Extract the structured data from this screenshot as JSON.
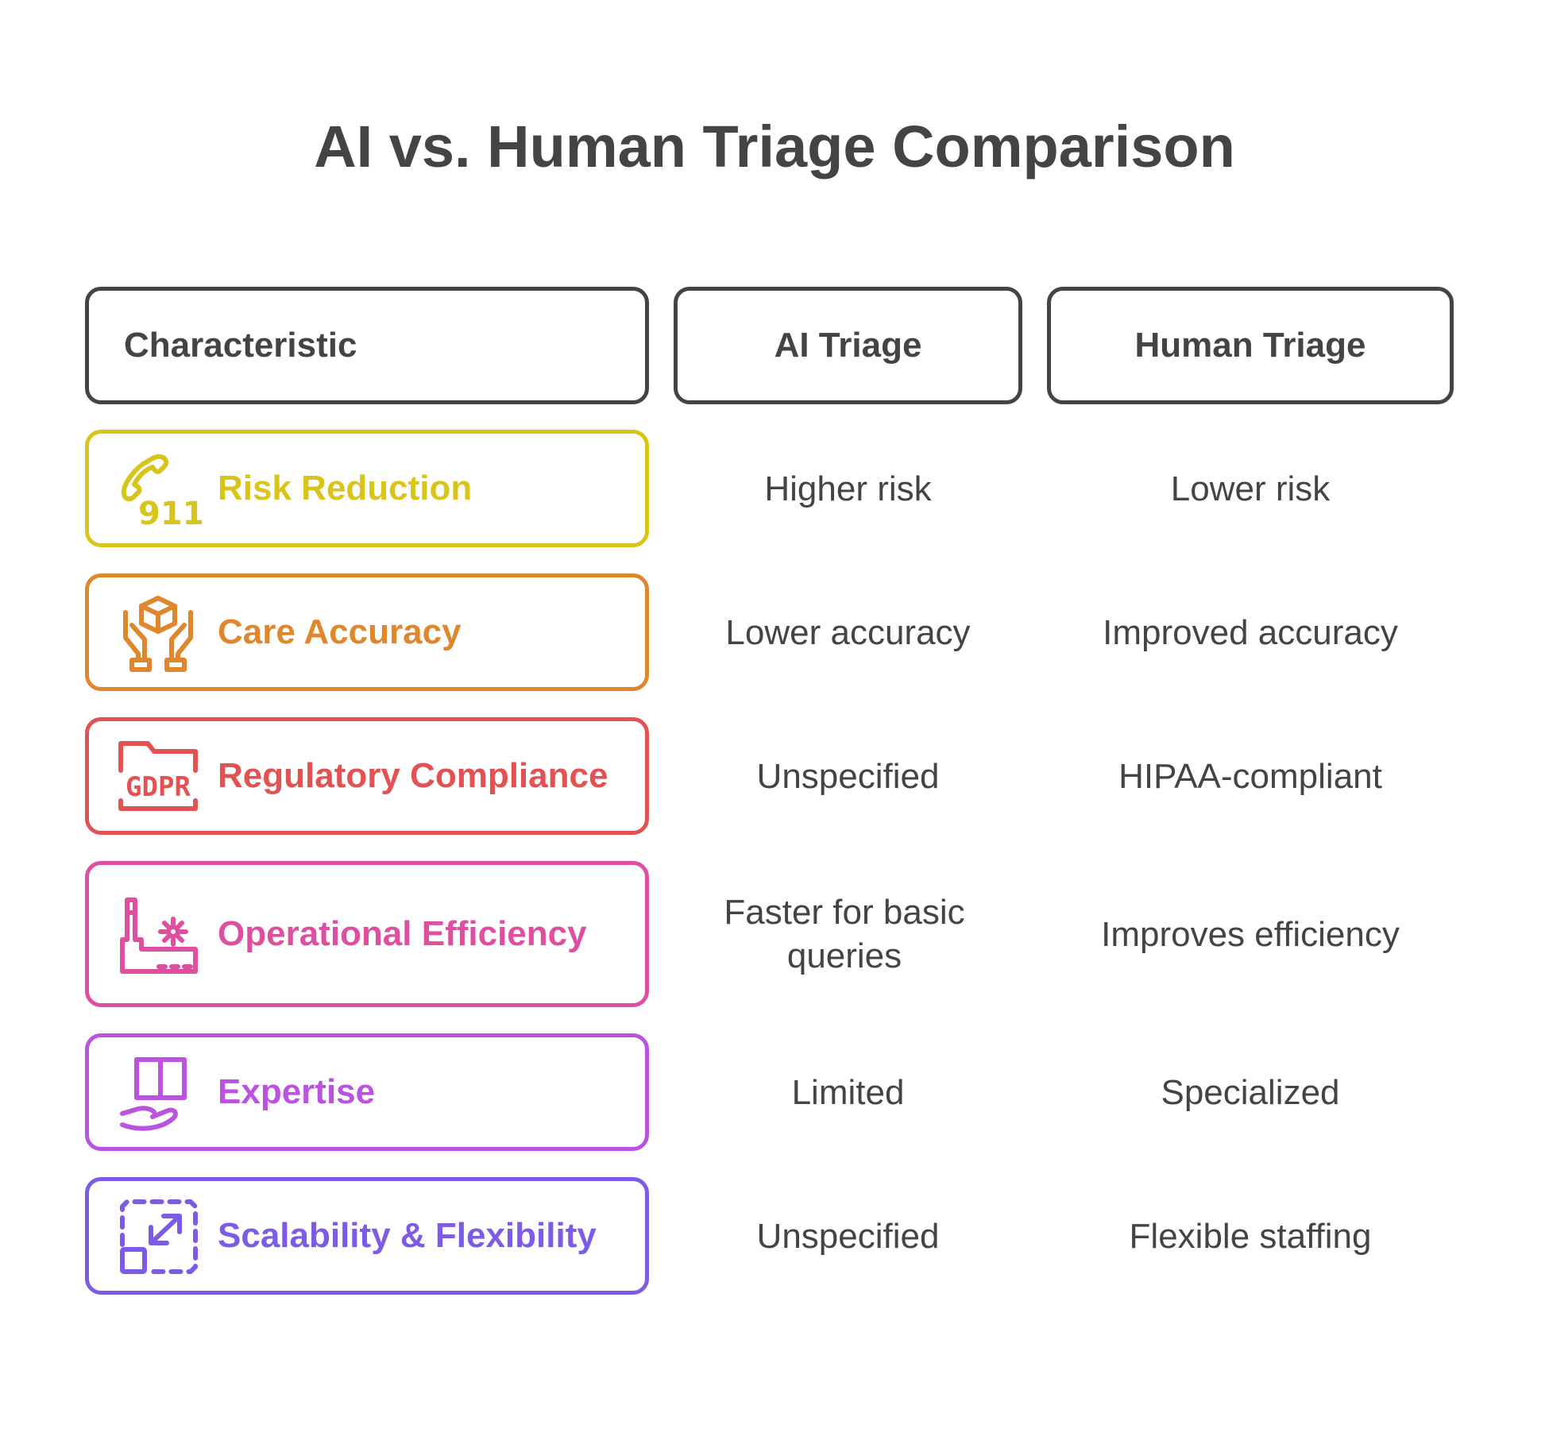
{
  "title": "AI vs. Human Triage Comparison",
  "headers": {
    "characteristic": "Characteristic",
    "ai": "AI Triage",
    "human": "Human Triage"
  },
  "rows": [
    {
      "label": "Risk Reduction",
      "icon": "phone-911-icon",
      "color": "#D9C41A",
      "ai": "Higher risk",
      "human": "Lower risk"
    },
    {
      "label": "Care Accuracy",
      "icon": "hands-box-icon",
      "color": "#E0862C",
      "ai": "Lower accuracy",
      "human": "Improved accuracy"
    },
    {
      "label": "Regulatory Compliance",
      "icon": "gdpr-folder-icon",
      "color": "#E25252",
      "ai": "Unspecified",
      "human": "HIPAA-compliant"
    },
    {
      "label": "Operational Efficiency",
      "icon": "factory-gear-icon",
      "color": "#DE4FA0",
      "ai": "Faster for basic queries",
      "human": "Improves efficiency"
    },
    {
      "label": "Expertise",
      "icon": "book-hand-icon",
      "color": "#B953E0",
      "ai": "Limited",
      "human": "Specialized"
    },
    {
      "label": "Scalability & Flexibility",
      "icon": "resize-icon",
      "color": "#7D5BE6",
      "ai": "Unspecified",
      "human": "Flexible staffing"
    }
  ],
  "icon_texts": {
    "phone": "911",
    "folder": "GDPR"
  }
}
